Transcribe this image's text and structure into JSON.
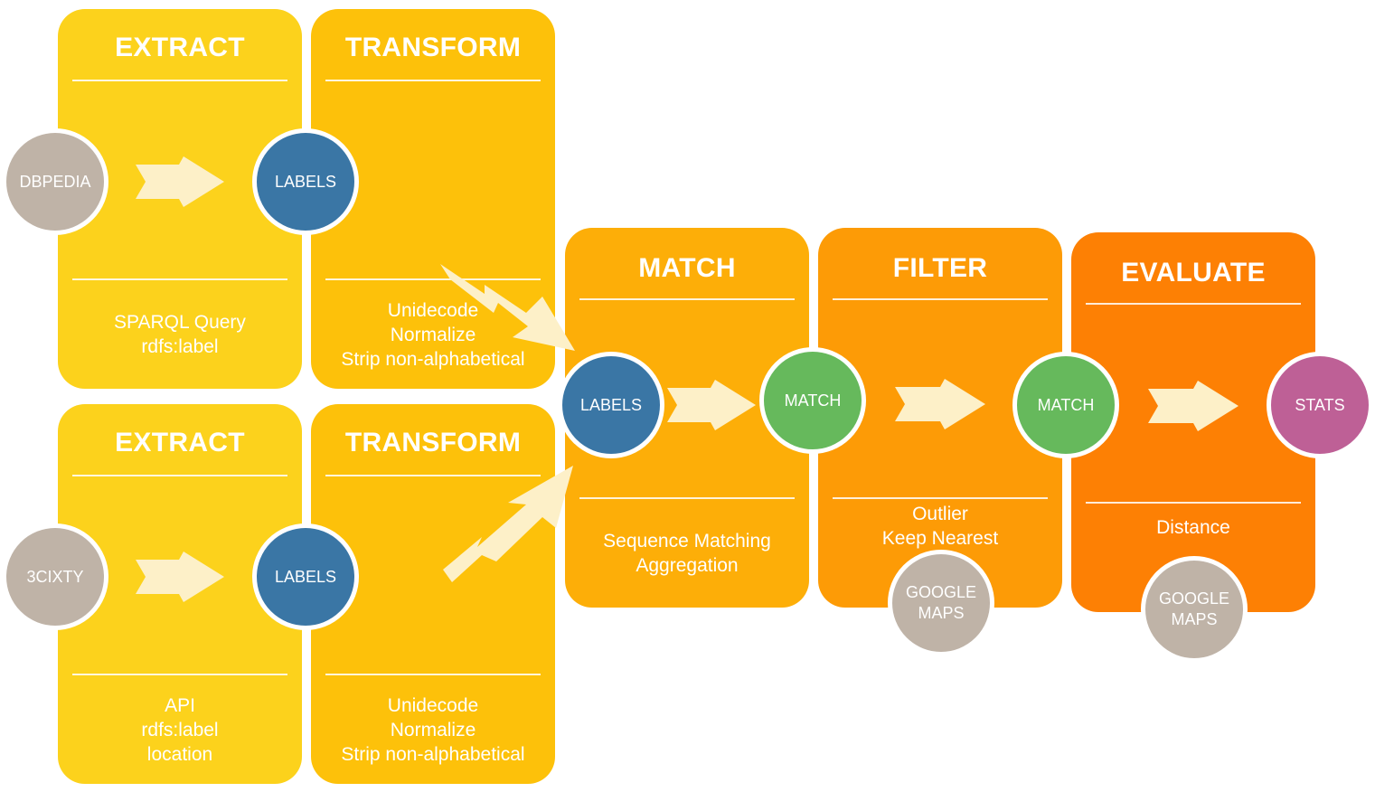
{
  "stages": {
    "extract1": {
      "title": "EXTRACT",
      "lines": [
        "SPARQL Query",
        "rdfs:label"
      ],
      "color": "#fcd21c"
    },
    "transform1": {
      "title": "TRANSFORM",
      "lines": [
        "Unidecode",
        "Normalize",
        "Strip non-alphabetical"
      ],
      "color": "#fdc10a"
    },
    "extract2": {
      "title": "EXTRACT",
      "lines": [
        "API",
        "rdfs:label",
        "location"
      ],
      "color": "#fcd21c"
    },
    "transform2": {
      "title": "TRANSFORM",
      "lines": [
        "Unidecode",
        "Normalize",
        "Strip non-alphabetical"
      ],
      "color": "#fdc10a"
    },
    "match": {
      "title": "MATCH",
      "lines": [
        "Sequence Matching",
        "Aggregation"
      ],
      "color": "#fdae08"
    },
    "filter": {
      "title": "FILTER",
      "lines": [
        "Outlier",
        "Keep Nearest"
      ],
      "color": "#fd9b06"
    },
    "evaluate": {
      "title": "EVALUATE",
      "lines": [
        "Distance"
      ],
      "color": "#fd8004"
    }
  },
  "nodes": {
    "dbpedia": "DBPEDIA",
    "cixty": "3CIXTY",
    "labels_top": "LABELS",
    "labels_bottom": "LABELS",
    "labels_match": "LABELS",
    "match_match": "MATCH",
    "match_filter": "MATCH",
    "stats": "STATS",
    "gmaps_filter": [
      "GOOGLE",
      "MAPS"
    ],
    "gmaps_evaluate": [
      "GOOGLE",
      "MAPS"
    ]
  },
  "colors": {
    "source_node": "#bfb3a7",
    "labels_node": "#3a76a5",
    "match_node": "#66b95c",
    "stats_node": "#be6096",
    "arrow": "#fdf0c8"
  }
}
